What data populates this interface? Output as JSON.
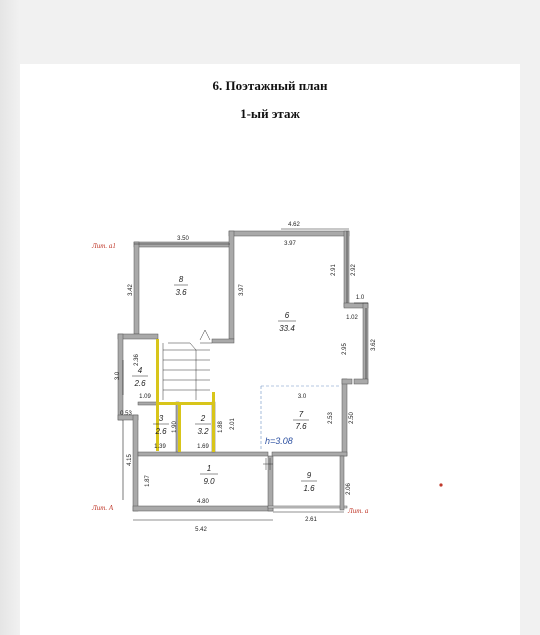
{
  "heading": {
    "title": "6. Поэтажный  план",
    "floor": "1-ый этаж"
  },
  "colors": {
    "wall": "#a9a9a9",
    "line": "#222222",
    "yellow": "#d8c51a",
    "red_label": "#c0392b",
    "blue_label": "#2b4fa0",
    "dash": "#6a8fc4"
  },
  "literals": {
    "a1": "Лит. а1",
    "A": "Лит. А",
    "a": "Лит. а"
  },
  "rooms": [
    {
      "num": "8",
      "area": "3.6"
    },
    {
      "num": "6",
      "area": "33.4"
    },
    {
      "num": "4",
      "area": "2.6"
    },
    {
      "num": "3",
      "area": "2.6"
    },
    {
      "num": "2",
      "area": "3.2"
    },
    {
      "num": "7",
      "area": "7.6"
    },
    {
      "num": "1",
      "area": "9.0"
    },
    {
      "num": "9",
      "area": "1.6"
    }
  ],
  "dimensions": {
    "d_462": "4.62",
    "d_397_top": "3.97",
    "d_350": "3.50",
    "d_342": "3.42",
    "d_397_side": "3.97",
    "d_291": "2.91",
    "d_292": "2.92",
    "d_10": "1.0",
    "d_102": "1.02",
    "d_362": "3.62",
    "d_295": "2.95",
    "d_30_right": "3.0",
    "d_253": "2.53",
    "d_250": "2.50",
    "d_236": "2.36",
    "d_30_left": "3.0",
    "d_109": "1.09",
    "d_053": "0.53",
    "d_190": "1.90",
    "d_188": "1.88",
    "d_201": "2.01",
    "d_139": "1.39",
    "d_169": "1.69",
    "d_415": "4.15",
    "d_187": "1.87",
    "d_480": "4.80",
    "d_542": "5.42",
    "d_206": "2.06",
    "d_261": "2.61"
  },
  "height_label": "h=3.08"
}
